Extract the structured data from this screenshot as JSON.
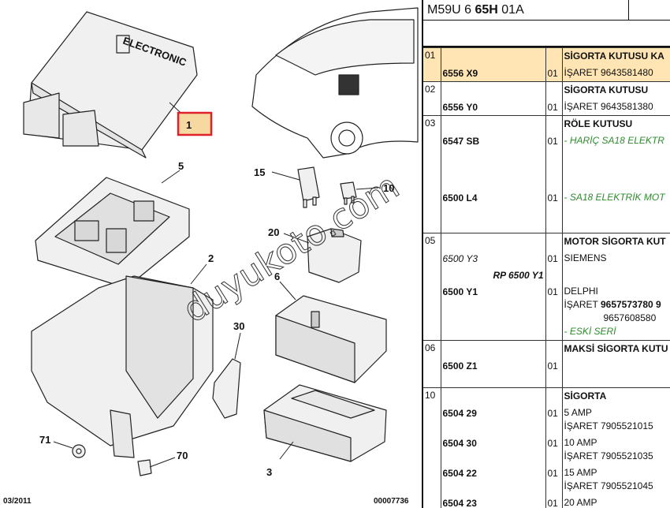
{
  "diagram": {
    "callouts": [
      "1",
      "2",
      "3",
      "5",
      "6",
      "10",
      "15",
      "20",
      "30",
      "70",
      "71"
    ],
    "cover_label": "ELECTRONIC",
    "watermark": "duyukoto.com",
    "footer_left": "03/2011",
    "footer_right": "00007736"
  },
  "reference": {
    "prefix": "M59U 6 ",
    "bold": "65H",
    "suffix": " 01A"
  },
  "groups": [
    {
      "num": "01",
      "highlight": true,
      "rows": [
        {
          "pn": "",
          "qty": "",
          "lines": [
            {
              "t": "SİGORTA KUTUSU KA",
              "s": "bold"
            }
          ]
        },
        {
          "pn": "6556 X9",
          "qty": "01",
          "lines": [
            {
              "t": "İŞARET 9643581480",
              "s": ""
            }
          ]
        }
      ]
    },
    {
      "num": "02",
      "highlight": false,
      "rows": [
        {
          "pn": "",
          "qty": "",
          "lines": [
            {
              "t": "SİGORTA KUTUSU",
              "s": "bold"
            }
          ]
        },
        {
          "pn": "6556 Y0",
          "qty": "01",
          "lines": [
            {
              "t": "İŞARET 9643581380",
              "s": ""
            }
          ]
        }
      ]
    },
    {
      "num": "03",
      "highlight": false,
      "rows": [
        {
          "pn": "",
          "qty": "",
          "lines": [
            {
              "t": "RÖLE KUTUSU",
              "s": "bold"
            }
          ]
        },
        {
          "pn": "6547 SB",
          "qty": "01",
          "lines": [
            {
              "t": "- HARİÇ SA18 ELEKTR",
              "s": "green"
            },
            {
              "t": "",
              "s": ""
            },
            {
              "t": "",
              "s": ""
            },
            {
              "t": "",
              "s": ""
            }
          ]
        },
        {
          "pn": "6500 L4",
          "qty": "01",
          "lines": [
            {
              "t": "- SA18 ELEKTRİK MOT",
              "s": "green"
            },
            {
              "t": "",
              "s": ""
            },
            {
              "t": "",
              "s": ""
            }
          ]
        }
      ]
    },
    {
      "num": "05",
      "highlight": false,
      "rows": [
        {
          "pn": "",
          "qty": "",
          "lines": [
            {
              "t": "MOTOR SİGORTA KUT",
              "s": "bold"
            }
          ]
        },
        {
          "pn": "6500 Y3",
          "pnStyle": "ital",
          "qty": "01",
          "lines": [
            {
              "t": "SIEMENS",
              "s": ""
            }
          ]
        },
        {
          "pn": "RP 6500 Y1",
          "pnStyle": "rp",
          "qty": "",
          "lines": [
            {
              "t": "",
              "s": ""
            }
          ]
        },
        {
          "pn": "6500 Y1",
          "qty": "01",
          "lines": [
            {
              "t": "DELPHI",
              "s": ""
            },
            {
              "t": "İŞARET 9657573780 9",
              "s": "mixed"
            },
            {
              "t": "9657608580",
              "s": "indent"
            },
            {
              "t": "- ESKİ SERİ",
              "s": "green"
            }
          ]
        }
      ]
    },
    {
      "num": "06",
      "highlight": false,
      "rows": [
        {
          "pn": "",
          "qty": "",
          "lines": [
            {
              "t": "MAKSİ SİGORTA KUTU",
              "s": "bold"
            }
          ]
        },
        {
          "pn": "6500 Z1",
          "qty": "01",
          "lines": [
            {
              "t": "",
              "s": ""
            },
            {
              "t": "",
              "s": ""
            }
          ]
        }
      ]
    },
    {
      "num": "10",
      "highlight": false,
      "rows": [
        {
          "pn": "",
          "qty": "",
          "lines": [
            {
              "t": "SİGORTA",
              "s": "bold"
            }
          ]
        },
        {
          "pn": "6504 29",
          "qty": "01",
          "lines": [
            {
              "t": "5 AMP",
              "s": ""
            },
            {
              "t": "İŞARET 7905521015",
              "s": ""
            }
          ]
        },
        {
          "pn": "6504 30",
          "qty": "01",
          "lines": [
            {
              "t": "10 AMP",
              "s": ""
            },
            {
              "t": "İŞARET 7905521035",
              "s": ""
            }
          ]
        },
        {
          "pn": "6504 22",
          "qty": "01",
          "lines": [
            {
              "t": "15 AMP",
              "s": ""
            },
            {
              "t": "İŞARET 7905521045",
              "s": ""
            }
          ]
        },
        {
          "pn": "6504 23",
          "qty": "01",
          "lines": [
            {
              "t": "20 AMP",
              "s": ""
            }
          ]
        }
      ]
    }
  ],
  "colors": {
    "highlight": "#ffe5b4",
    "option_text": "#2e8b2e",
    "callout_box": "#e0202a",
    "callout_fill": "#f5d9a0"
  }
}
